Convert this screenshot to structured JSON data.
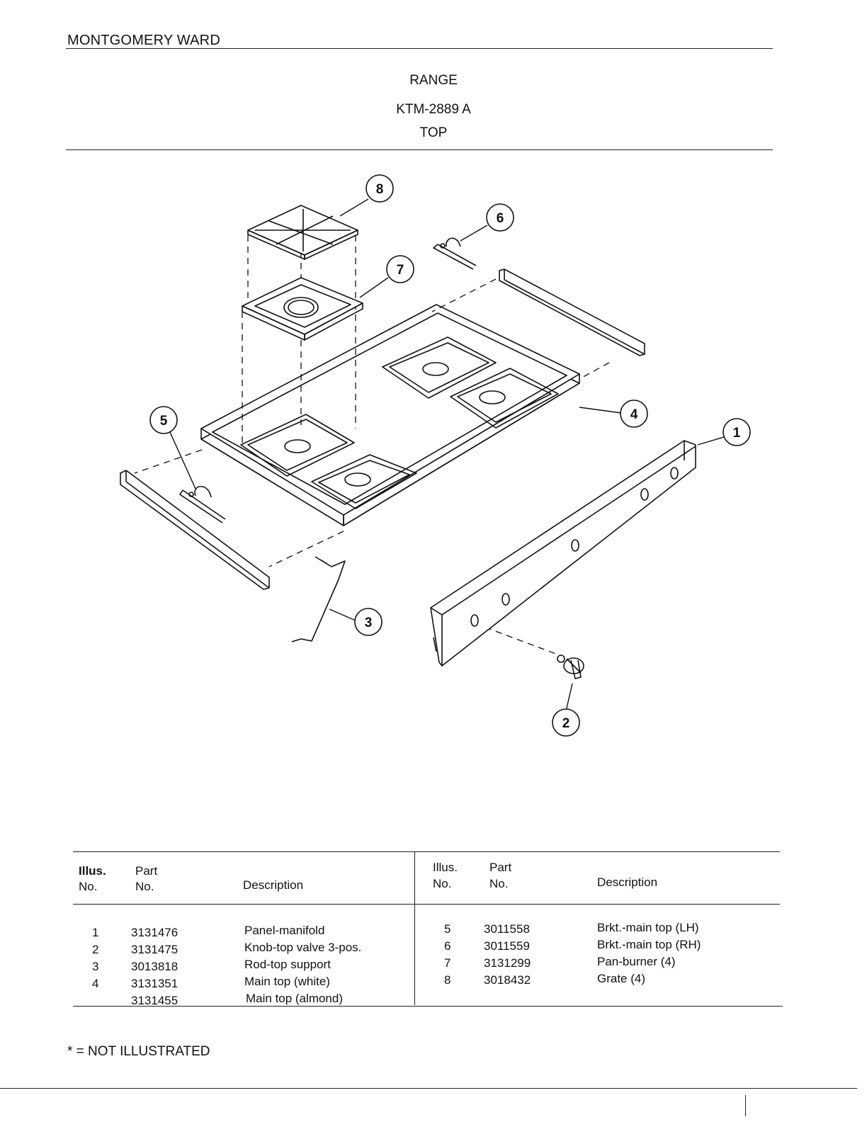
{
  "header": {
    "brand": "MONTGOMERY WARD",
    "product": "RANGE",
    "model": "KTM-2889 A",
    "section": "TOP"
  },
  "callouts": [
    "1",
    "2",
    "3",
    "4",
    "5",
    "6",
    "7",
    "8"
  ],
  "table": {
    "left_headers": {
      "illus": "Illus.",
      "no": "No.",
      "part": "Part",
      "part_no": "No.",
      "description": "Description"
    },
    "right_headers": {
      "illus": "Illus.",
      "no": "No.",
      "part": "Part",
      "part_no": "No.",
      "description": "Description"
    },
    "left_rows": [
      {
        "illus": "1",
        "part": "3131476",
        "desc": "Panel-manifold"
      },
      {
        "illus": "2",
        "part": "3131475",
        "desc": "Knob-top valve 3-pos."
      },
      {
        "illus": "3",
        "part": "3013818",
        "desc": "Rod-top support"
      },
      {
        "illus": "4",
        "part": "3131351",
        "desc": "Main top (white)"
      },
      {
        "illus": "",
        "part": "3131455",
        "desc": "Main top (almond)"
      }
    ],
    "right_rows": [
      {
        "illus": "5",
        "part": "3011558",
        "desc": "Brkt.-main top (LH)"
      },
      {
        "illus": "6",
        "part": "3011559",
        "desc": "Brkt.-main top (RH)"
      },
      {
        "illus": "7",
        "part": "3131299",
        "desc": "Pan-burner (4)"
      },
      {
        "illus": "8",
        "part": "3018432",
        "desc": "Grate (4)"
      }
    ]
  },
  "footnote": "* = NOT ILLUSTRATED"
}
